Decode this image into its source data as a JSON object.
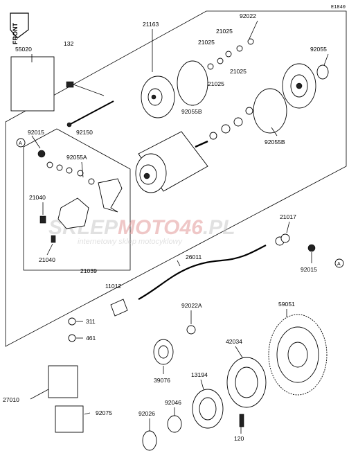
{
  "diagram_code": "E1840",
  "front_label": "FRONT",
  "watermark": {
    "main": "SKLEPMOTO46.PL",
    "sub": "internetowy sklep motocyklowy"
  },
  "reference_marks": [
    "A",
    "A"
  ],
  "parts": [
    {
      "id": "p55020",
      "label": "55020"
    },
    {
      "id": "p132",
      "label": "132"
    },
    {
      "id": "p21163",
      "label": "21163"
    },
    {
      "id": "p92022",
      "label": "92022"
    },
    {
      "id": "p92055",
      "label": "92055"
    },
    {
      "id": "p21025a",
      "label": "21025"
    },
    {
      "id": "p21025b",
      "label": "21025"
    },
    {
      "id": "p21025c",
      "label": "21025"
    },
    {
      "id": "p21025d",
      "label": "21025"
    },
    {
      "id": "p92055B_left",
      "label": "92055B"
    },
    {
      "id": "p92055B_right",
      "label": "92055B"
    },
    {
      "id": "p92150",
      "label": "92150"
    },
    {
      "id": "p92015_left",
      "label": "92015"
    },
    {
      "id": "p92055A",
      "label": "92055A"
    },
    {
      "id": "p21040_top",
      "label": "21040"
    },
    {
      "id": "p21040_bottom",
      "label": "21040"
    },
    {
      "id": "p21039",
      "label": "21039"
    },
    {
      "id": "p21017",
      "label": "21017"
    },
    {
      "id": "p92015_right",
      "label": "92015"
    },
    {
      "id": "p26011",
      "label": "26011"
    },
    {
      "id": "p11012",
      "label": "11012"
    },
    {
      "id": "p92022A",
      "label": "92022A"
    },
    {
      "id": "p59051",
      "label": "59051"
    },
    {
      "id": "p311",
      "label": "311"
    },
    {
      "id": "p461",
      "label": "461"
    },
    {
      "id": "p42034",
      "label": "42034"
    },
    {
      "id": "p27010",
      "label": "27010"
    },
    {
      "id": "p39076",
      "label": "39076"
    },
    {
      "id": "p13194",
      "label": "13194"
    },
    {
      "id": "p92075",
      "label": "92075"
    },
    {
      "id": "p92026",
      "label": "92026"
    },
    {
      "id": "p92046",
      "label": "92046"
    },
    {
      "id": "p120",
      "label": "120"
    }
  ]
}
